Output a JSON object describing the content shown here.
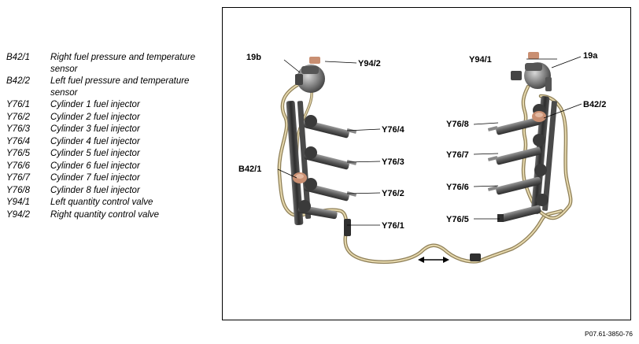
{
  "legend": [
    {
      "code": "B42/1",
      "desc": "Right fuel pressure and temperature sensor"
    },
    {
      "code": "B42/2",
      "desc": "Left fuel pressure and temperature sensor"
    },
    {
      "code": "Y76/1",
      "desc": "Cylinder 1 fuel injector"
    },
    {
      "code": "Y76/2",
      "desc": "Cylinder 2 fuel injector"
    },
    {
      "code": "Y76/3",
      "desc": "Cylinder 3 fuel injector"
    },
    {
      "code": "Y76/4",
      "desc": "Cylinder 4 fuel injector"
    },
    {
      "code": "Y76/5",
      "desc": "Cylinder 5 fuel injector"
    },
    {
      "code": "Y76/6",
      "desc": "Cylinder 6 fuel injector"
    },
    {
      "code": "Y76/7",
      "desc": "Cylinder 7 fuel injector"
    },
    {
      "code": "Y76/8",
      "desc": "Cylinder 8 fuel injector"
    },
    {
      "code": "Y94/1",
      "desc": "Left quantity control valve"
    },
    {
      "code": "Y94/2",
      "desc": "Right quantity control valve"
    }
  ],
  "callouts": {
    "c19b": "19b",
    "c19a": "19a",
    "y94_2": "Y94/2",
    "y94_1": "Y94/1",
    "b42_2": "B42/2",
    "b42_1": "B42/1",
    "y76_1": "Y76/1",
    "y76_2": "Y76/2",
    "y76_3": "Y76/3",
    "y76_4": "Y76/4",
    "y76_5": "Y76/5",
    "y76_6": "Y76/6",
    "y76_7": "Y76/7",
    "y76_8": "Y76/8"
  },
  "figure_id": "P07.61-3850-76",
  "colors": {
    "fuel_line": "#cbb98a",
    "rail": "#3a3a3a",
    "injector": "#666666",
    "sensor_copper": "#c98f72"
  }
}
